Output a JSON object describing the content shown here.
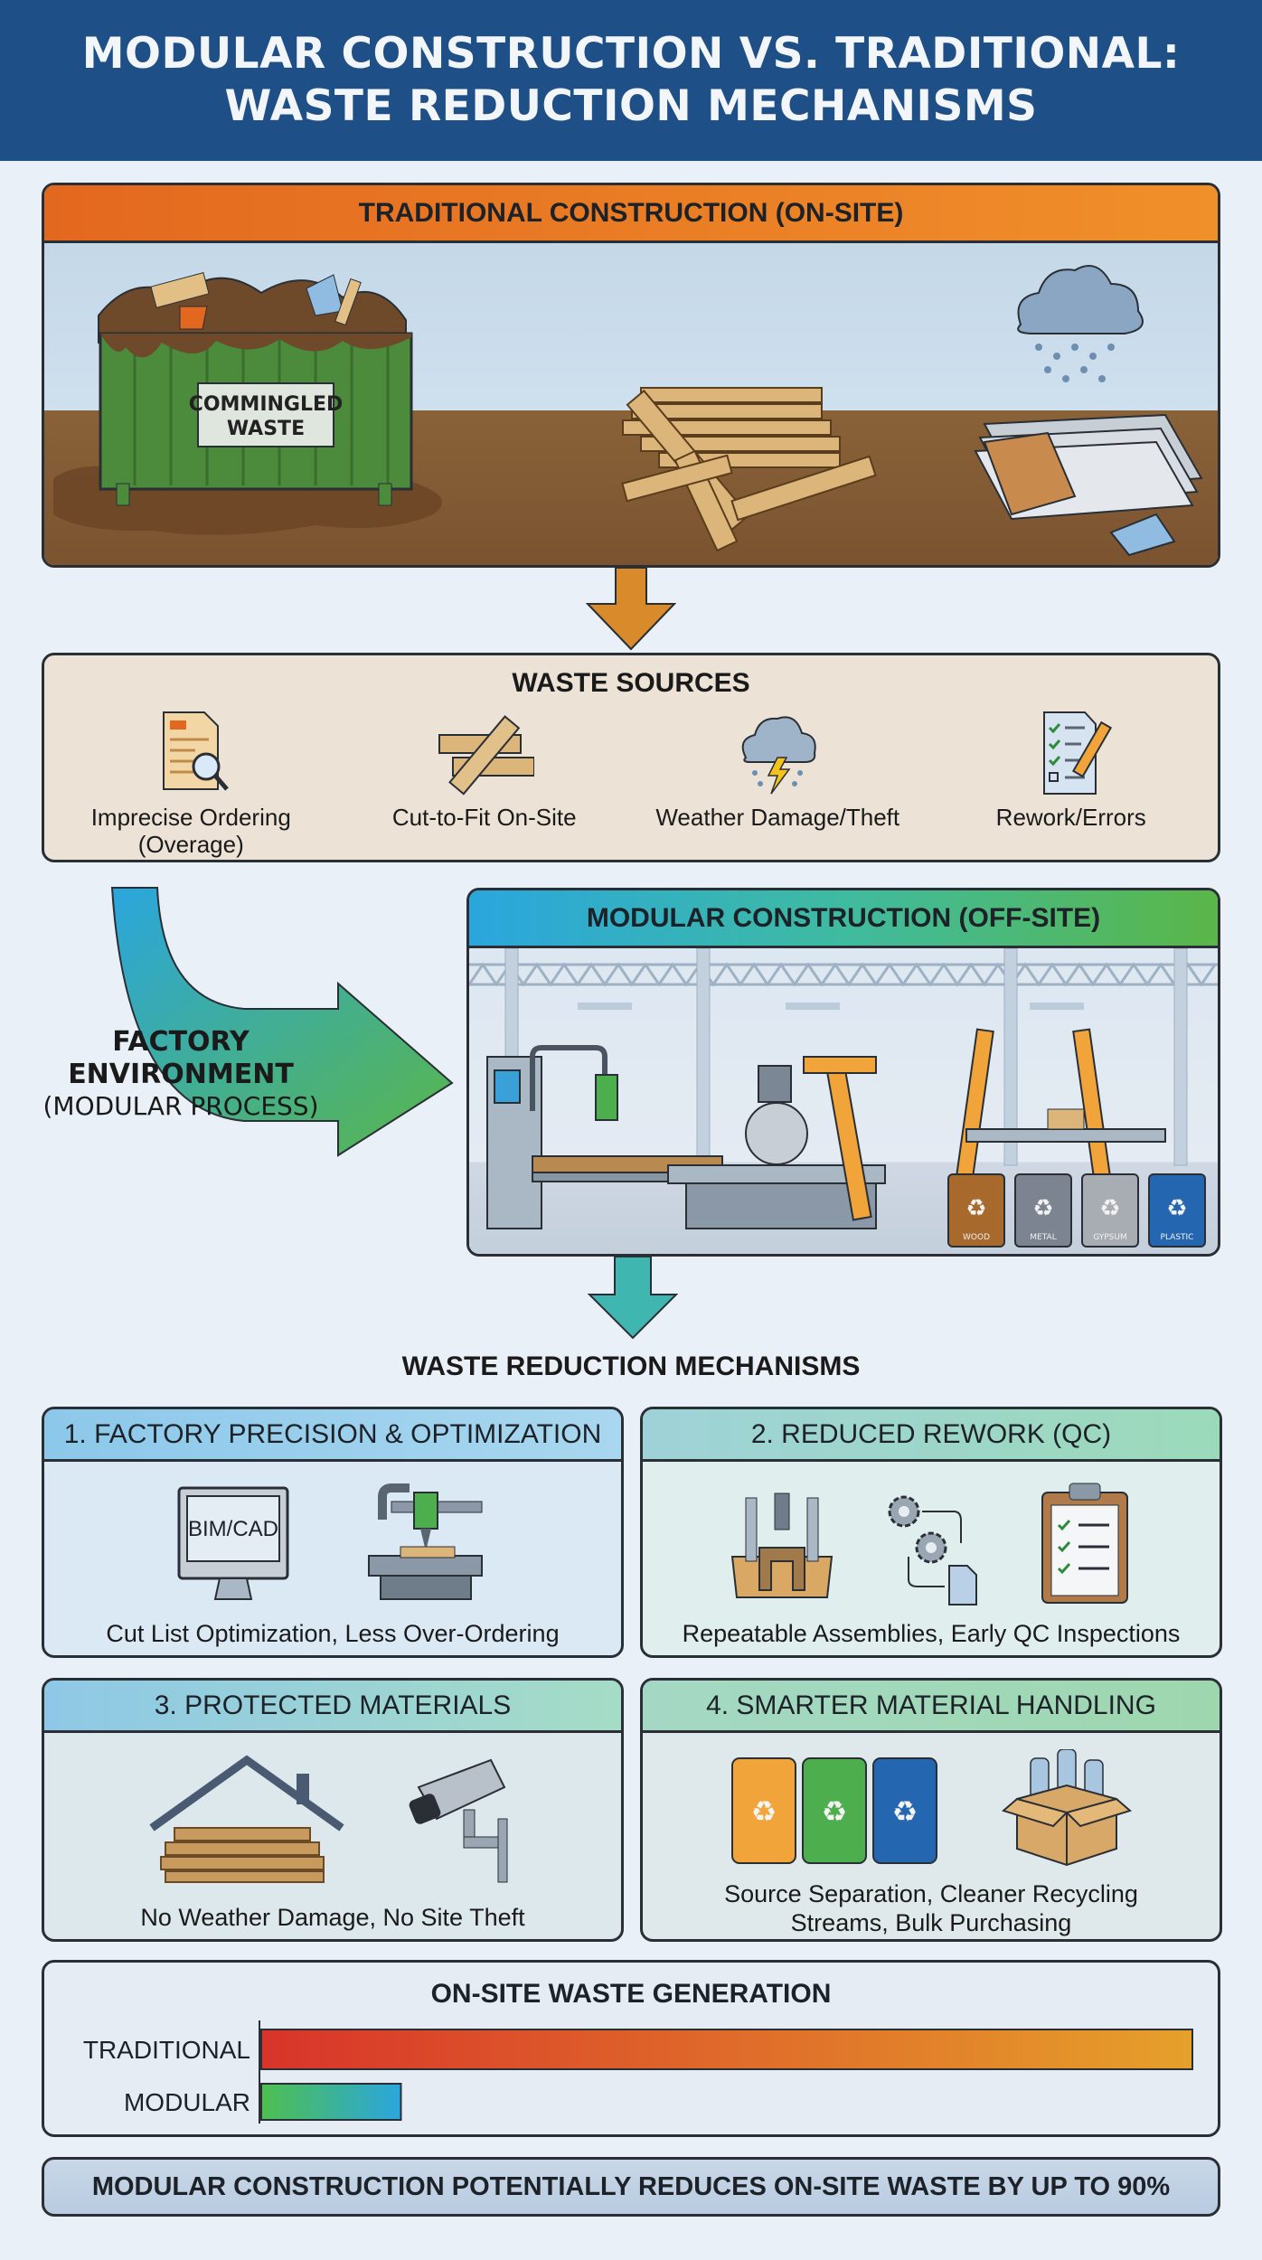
{
  "title": {
    "line1": "MODULAR CONSTRUCTION VS. TRADITIONAL:",
    "line2": "WASTE REDUCTION MECHANISMS"
  },
  "traditional": {
    "heading": "TRADITIONAL CONSTRUCTION (ON-SITE)",
    "dumpster_sign_line1": "COMMINGLED",
    "dumpster_sign_line2": "WASTE",
    "color": "#e87a24"
  },
  "waste_sources": {
    "heading": "WASTE SOURCES",
    "items": [
      {
        "icon": "order-document-magnifier-icon",
        "label_line1": "Imprecise Ordering",
        "label_line2": "(Overage)"
      },
      {
        "icon": "lumber-planks-icon",
        "label_line1": "Cut-to-Fit On-Site",
        "label_line2": ""
      },
      {
        "icon": "storm-cloud-icon",
        "label_line1": "Weather Damage/Theft",
        "label_line2": ""
      },
      {
        "icon": "checklist-pencil-icon",
        "label_line1": "Rework/Errors",
        "label_line2": ""
      }
    ]
  },
  "factory_arrow": {
    "line1": "FACTORY",
    "line2": "ENVIRONMENT",
    "line3": "(MODULAR PROCESS)"
  },
  "modular": {
    "heading": "MODULAR CONSTRUCTION (OFF-SITE)",
    "bins": [
      {
        "label": "WOOD",
        "color": "#a86a2c"
      },
      {
        "label": "METAL",
        "color": "#7b8490"
      },
      {
        "label": "GYPSUM",
        "color": "#a8adb3"
      },
      {
        "label": "PLASTIC",
        "color": "#2566b0"
      }
    ]
  },
  "mechanisms": {
    "heading": "WASTE REDUCTION MECHANISMS",
    "items": [
      {
        "title": "1. FACTORY PRECISION & OPTIMIZATION",
        "monitor_text": "BIM/CAD",
        "caption_line1": "Cut List Optimization, Less Over-Ordering",
        "caption_line2": ""
      },
      {
        "title": "2. REDUCED REWORK (QC)",
        "caption_line1": "Repeatable Assemblies, Early QC Inspections",
        "caption_line2": ""
      },
      {
        "title": "3. PROTECTED MATERIALS",
        "caption_line1": "No Weather Damage, No Site Theft",
        "caption_line2": ""
      },
      {
        "title": "4. SMARTER MATERIAL HANDLING",
        "caption_line1": "Source Separation, Cleaner Recycling",
        "caption_line2": "Streams, Bulk Purchasing"
      }
    ]
  },
  "chart_data": {
    "type": "bar",
    "orientation": "horizontal",
    "title": "ON-SITE WASTE GENERATION",
    "categories": [
      "TRADITIONAL",
      "MODULAR"
    ],
    "values": [
      100,
      15
    ],
    "value_units": "relative on-site waste (%)",
    "xlabel": "",
    "ylabel": "",
    "xlim": [
      0,
      100
    ],
    "grid": false,
    "series_colors": [
      [
        "#d8342a",
        "#e6a02a"
      ],
      [
        "#4fbf4f",
        "#2aa6de"
      ]
    ]
  },
  "banner": {
    "text": "MODULAR CONSTRUCTION POTENTIALLY REDUCES ON-SITE WASTE BY UP TO 90%"
  }
}
